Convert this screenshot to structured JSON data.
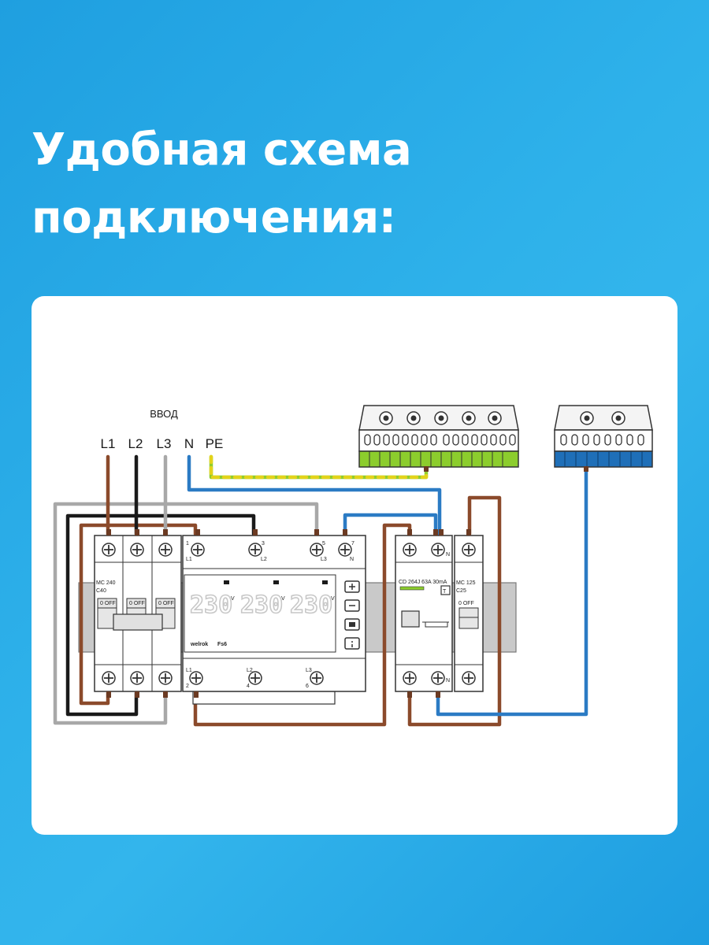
{
  "headline": {
    "line1": "Удобная схема",
    "line2": "подключения:"
  },
  "diagram": {
    "input_title": "ВВОД",
    "inputs": [
      "L1",
      "L2",
      "L3",
      "N",
      "PE"
    ],
    "breaker_3p": {
      "model": "MC 240",
      "rating": "C40",
      "off_label": "0 OFF"
    },
    "meter": {
      "top_terminals": [
        "1",
        "3",
        "5",
        "7"
      ],
      "top_phase_labels": [
        "L1",
        "L2",
        "L3",
        "N"
      ],
      "bottom_phase_labels": [
        "L1",
        "L2",
        "L3"
      ],
      "bottom_terminals": [
        "2",
        "4",
        "6"
      ],
      "readings": [
        "230",
        "230",
        "230"
      ],
      "unit": "V",
      "brand": "welrok",
      "model": "Fs6"
    },
    "rcd": {
      "label": "CD 264J 63A 30mA",
      "test": "T",
      "neutral": "N"
    },
    "breaker_1p": {
      "model": "MC 125",
      "rating": "C25",
      "off_label": "0 OFF"
    },
    "colors": {
      "brown": "#8b4a2b",
      "black": "#1a1a1a",
      "gray": "#a8a8a8",
      "blue": "#2b7bc4",
      "green": "#8ccd2d",
      "yellow": "#e3d31b",
      "bar_blue": "#1f6fb8"
    }
  }
}
